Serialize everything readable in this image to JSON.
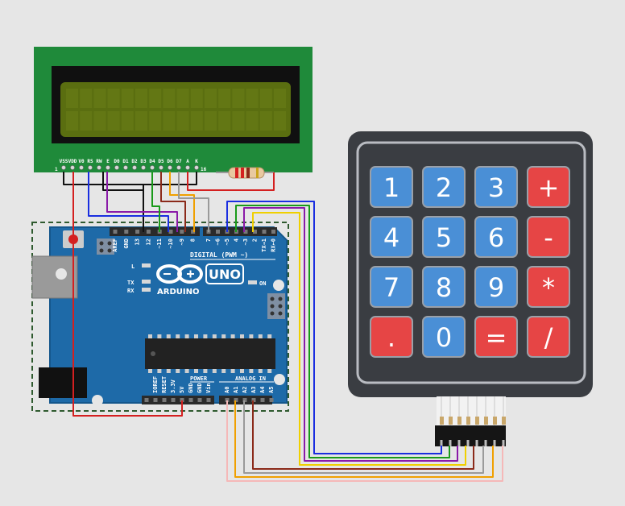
{
  "lcd": {
    "pin_labels": [
      "VSS",
      "VDD",
      "V0",
      "RS",
      "RW",
      "E",
      "D0",
      "D1",
      "D2",
      "D3",
      "D4",
      "D5",
      "D6",
      "D7",
      "A",
      "K"
    ],
    "pin_first": "1",
    "pin_last": "16",
    "colors": {
      "pcb": "#1f8a3a",
      "bezel": "#101010",
      "screen": "#5a6e10",
      "pixels": "#6b8018"
    }
  },
  "arduino": {
    "brand": "ARDUINO",
    "model": "UNO",
    "digital_header_label": "DIGITAL (PWM ~)",
    "digital_pins_left": [
      "AREF",
      "GND",
      "13",
      "12",
      "~11",
      "~10",
      "~9",
      "8"
    ],
    "digital_pins_right": [
      "7",
      "~6",
      "~5",
      "4",
      "~3",
      "2",
      "TX→1",
      "RX←0"
    ],
    "led_labels": {
      "l": "L",
      "tx": "TX",
      "rx": "RX",
      "on": "ON"
    },
    "power_header_label": "POWER",
    "power_pins": [
      "IOREF",
      "RESET",
      "3.3V",
      "5V",
      "GND",
      "GND",
      "Vin"
    ],
    "analog_header_label": "ANALOG IN",
    "analog_pins": [
      "A0",
      "A1",
      "A2",
      "A3",
      "A4",
      "A5"
    ],
    "colors": {
      "board": "#1e6aa8",
      "board_edge": "#15578c"
    }
  },
  "keypad": {
    "keys": [
      {
        "label": "1",
        "type": "num"
      },
      {
        "label": "2",
        "type": "num"
      },
      {
        "label": "3",
        "type": "num"
      },
      {
        "label": "+",
        "type": "op"
      },
      {
        "label": "4",
        "type": "num"
      },
      {
        "label": "5",
        "type": "num"
      },
      {
        "label": "6",
        "type": "num"
      },
      {
        "label": "-",
        "type": "op"
      },
      {
        "label": "7",
        "type": "num"
      },
      {
        "label": "8",
        "type": "num"
      },
      {
        "label": "9",
        "type": "num"
      },
      {
        "label": "*",
        "type": "op"
      },
      {
        "label": ".",
        "type": "op"
      },
      {
        "label": "0",
        "type": "num"
      },
      {
        "label": "=",
        "type": "op"
      },
      {
        "label": "/",
        "type": "op"
      }
    ],
    "colors": {
      "body": "#3a3d42",
      "num_key": "#4a8fd6",
      "op_key": "#e64545"
    }
  },
  "wire_colors": {
    "black": "#111111",
    "red": "#d42020",
    "blue": "#1a2ee0",
    "purple": "#8a1aa8",
    "green": "#1a9a1a",
    "brown": "#8b2a1a",
    "orange": "#f0a000",
    "yellow": "#f0d000",
    "gray": "#9a9a9a",
    "pink": "#f5b8b8"
  }
}
